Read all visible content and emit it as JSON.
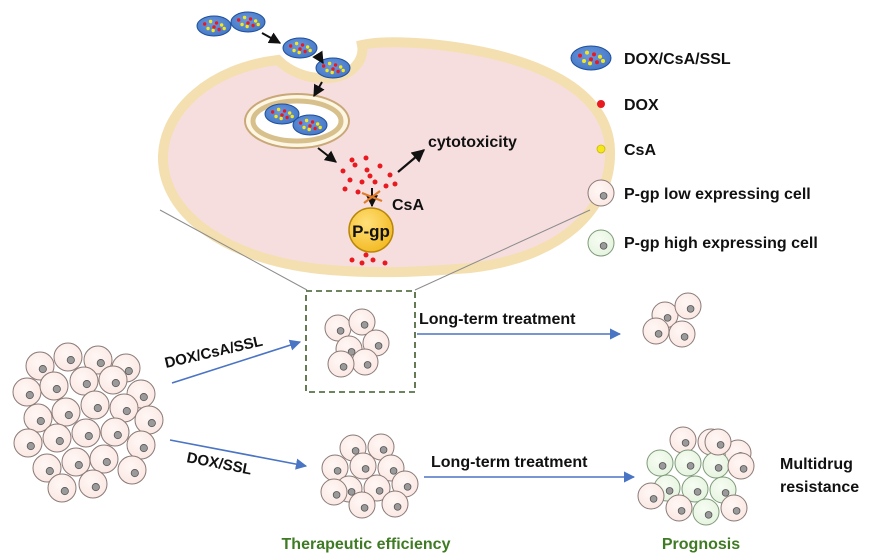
{
  "colors": {
    "cell_fill": "#fae6e2",
    "cell_stroke": "#8a7a76",
    "nucleus_fill": "#9a9a9a",
    "nucleus_stroke": "#555555",
    "green_cell_fill": "#e5f3de",
    "green_cell_stroke": "#7d9a78",
    "membrane": "#f4dfb0",
    "membrane_inner": "#f7dede",
    "liposome_fill": "#3f73c3",
    "liposome_stroke": "#1f4f9a",
    "dox": "#e8191f",
    "csa": "#f5e81a",
    "pgp": "#f2b61a",
    "flow_arrow": "#4a74c4",
    "caption": "#3f7a24",
    "dashed_box": "#3f5a2a",
    "inhibit": "#e07b2a"
  },
  "mechanism": {
    "cytotoxicity": "cytotoxicity",
    "csa_label": "CsA",
    "pgp_label": "P-gp"
  },
  "legend": {
    "items": [
      {
        "icon": "liposome-icon",
        "label": "DOX/CsA/SSL"
      },
      {
        "icon": "dox-dot-icon",
        "label": "DOX"
      },
      {
        "icon": "csa-dot-icon",
        "label": "CsA"
      },
      {
        "icon": "low-pgp-cell-icon",
        "label": "P-gp low expressing cell"
      },
      {
        "icon": "high-pgp-cell-icon",
        "label": "P-gp high expressing cell"
      }
    ]
  },
  "flow": {
    "upper_treatment": "DOX/CsA/SSL",
    "lower_treatment": "DOX/SSL",
    "upper_longterm": "Long-term treatment",
    "lower_longterm": "Long-term treatment",
    "outcome": [
      "Multidrug",
      "resistance"
    ]
  },
  "captions": {
    "left": "Therapeutic efficiency",
    "right": "Prognosis"
  }
}
